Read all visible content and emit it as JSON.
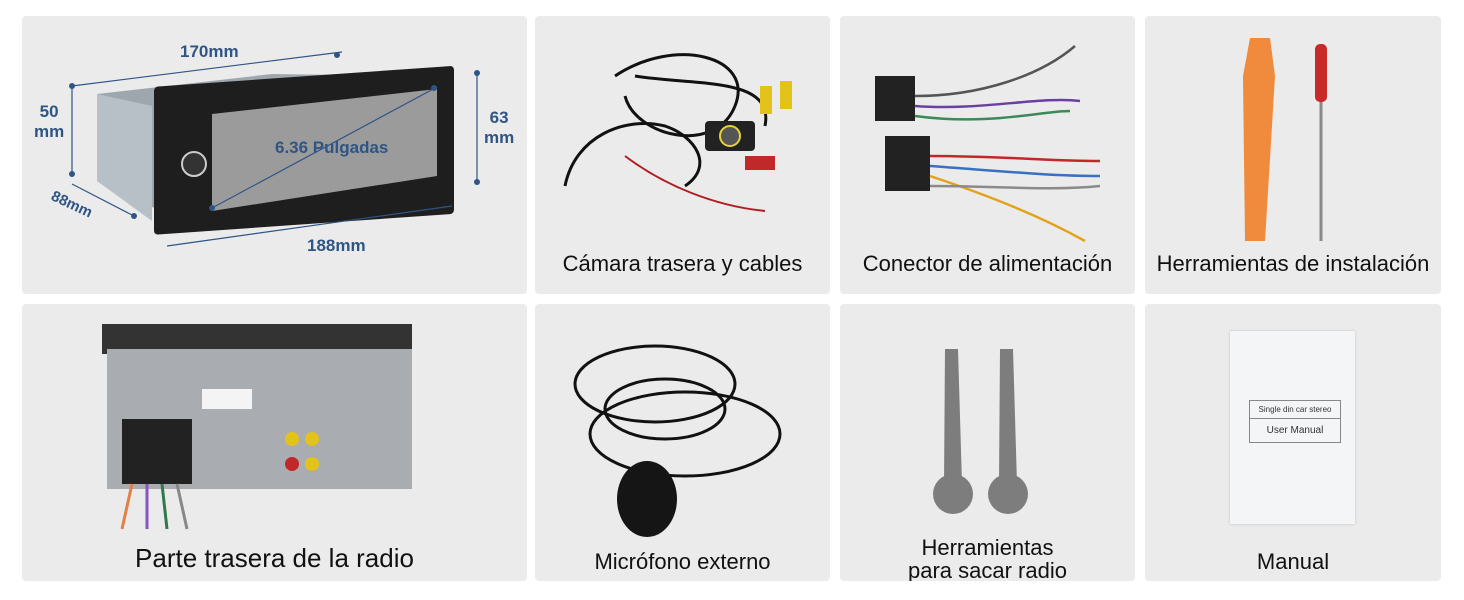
{
  "dimensions": {
    "depth_top": "170mm",
    "height_left_value": "50",
    "height_left_unit": "mm",
    "height_right_value": "63",
    "height_right_unit": "mm",
    "depth_side": "88mm",
    "width_bottom": "188mm",
    "screen_size": "6.36 Pulgadas"
  },
  "items": [
    {
      "label": "Cámara trasera y cables"
    },
    {
      "label": "Conector de alimentación"
    },
    {
      "label": "Herramientas de instalación"
    },
    {
      "label": "Parte trasera de la radio"
    },
    {
      "label": "Micrófono externo"
    },
    {
      "label_line1": "Herramientas",
      "label_line2": "para sacar radio"
    },
    {
      "label": "Manual"
    }
  ],
  "manual": {
    "subtitle": "Single din car stereo",
    "title": "User Manual"
  },
  "colors": {
    "panel_bg": "#ebebeb",
    "dimension_blue": "#2f5585"
  }
}
